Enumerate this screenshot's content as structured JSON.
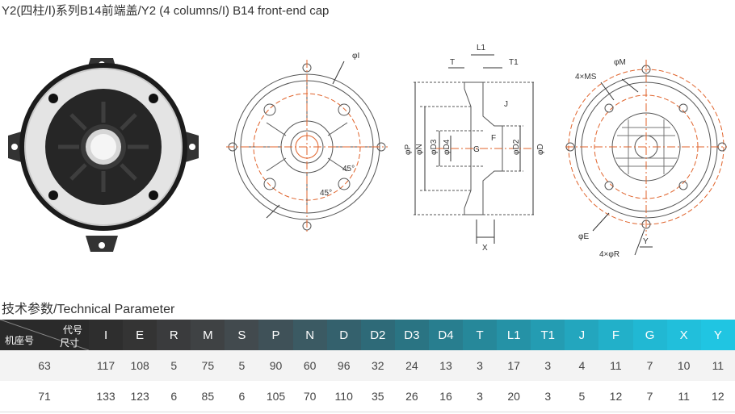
{
  "title": "Y2(四柱/Ⅰ)系列B14前端盖/Y2 (4 columns/I) B14 front-end cap",
  "section_title": "技术参数/Technical Parameter",
  "drawing_labels": {
    "phi_I": "φI",
    "deg45a": "45°",
    "deg45b": "45°",
    "L1": "L1",
    "T": "T",
    "T1": "T1",
    "J": "J",
    "F": "F",
    "G": "G",
    "phi_P": "φP",
    "phi_N": "φN",
    "phi_D3": "φD3",
    "phi_D4": "φD4",
    "phi_D2": "φD2",
    "phi_D": "φD",
    "X": "X",
    "phi_M": "φM",
    "four_MS": "4×MS",
    "phi_E": "φE",
    "four_R": "4×φR",
    "Y": "Y"
  },
  "table": {
    "corner": {
      "top": "代号",
      "mid": "尺寸",
      "left": "机座号"
    },
    "columns": [
      "I",
      "E",
      "R",
      "M",
      "S",
      "P",
      "N",
      "D",
      "D2",
      "D3",
      "D4",
      "T",
      "L1",
      "T1",
      "J",
      "F",
      "G",
      "X",
      "Y"
    ],
    "header_colors": [
      "#2e2e2e",
      "#343434",
      "#3a3b3d",
      "#3f4244",
      "#424a4e",
      "#3f5158",
      "#3b5a63",
      "#34616d",
      "#2e6a78",
      "#2a7483",
      "#287e8f",
      "#26889a",
      "#2592a6",
      "#249cb2",
      "#23a6be",
      "#22b0c9",
      "#21b8d3",
      "#21bfdb",
      "#20c5e2"
    ],
    "rows": [
      {
        "frame": "63",
        "values": [
          "117",
          "108",
          "5",
          "75",
          "5",
          "90",
          "60",
          "96",
          "32",
          "24",
          "13",
          "3",
          "17",
          "3",
          "4",
          "11",
          "7",
          "10",
          "11"
        ]
      },
      {
        "frame": "71",
        "values": [
          "133",
          "123",
          "6",
          "85",
          "6",
          "105",
          "70",
          "110",
          "35",
          "26",
          "16",
          "3",
          "20",
          "3",
          "5",
          "12",
          "7",
          "11",
          "12"
        ]
      }
    ]
  }
}
